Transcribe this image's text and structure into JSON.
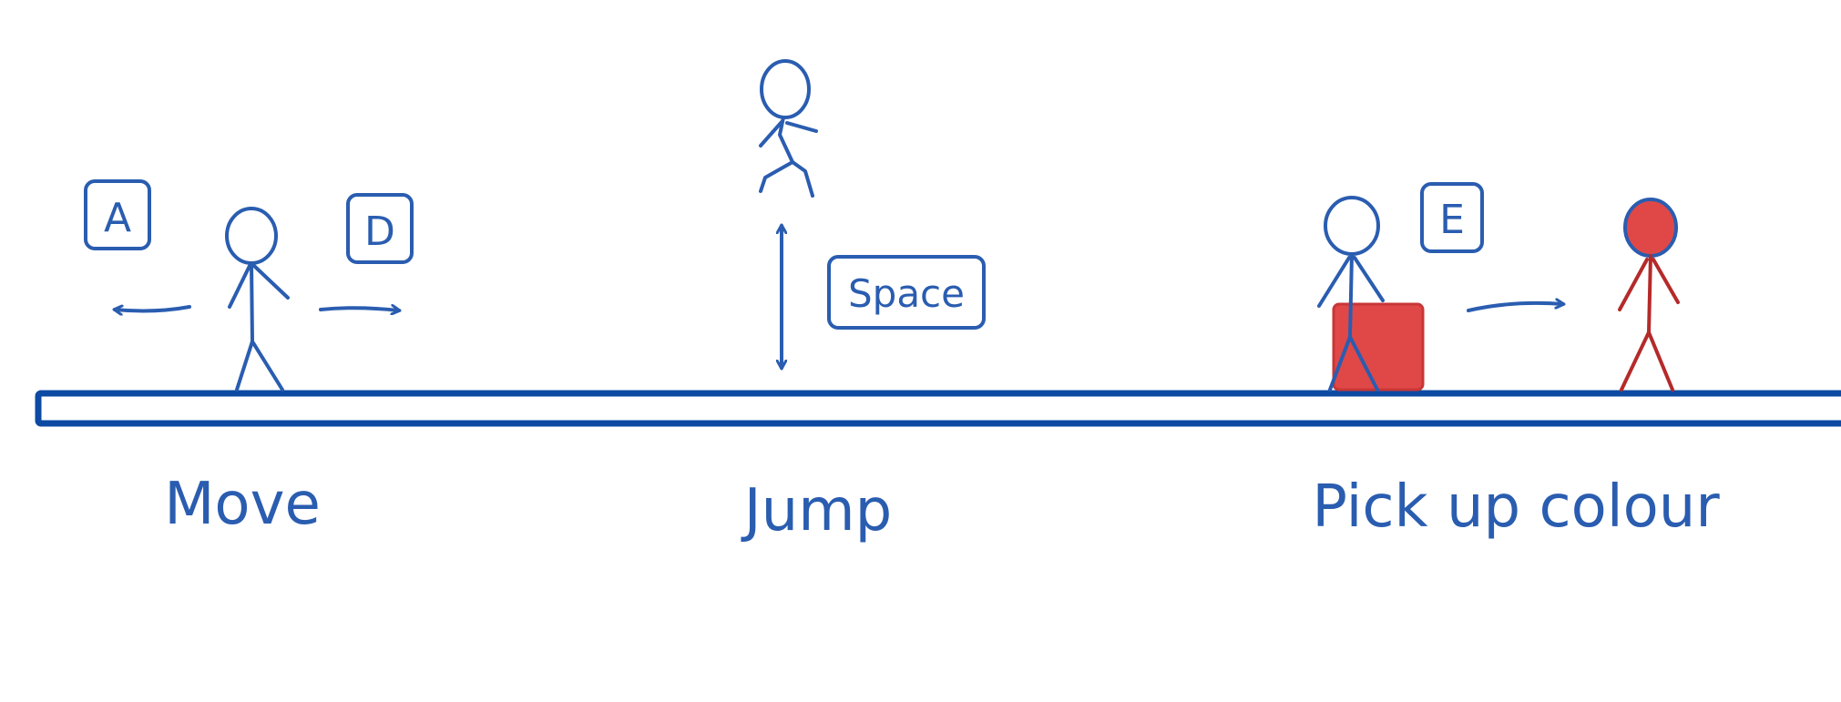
{
  "colors": {
    "ink": "#2a5db0",
    "floor": "#0c4aa3",
    "accent": "#e04848",
    "accent_dark": "#b52a2a"
  },
  "keys": {
    "left": "A",
    "right": "D",
    "jump": "Space",
    "pickup": "E"
  },
  "captions": {
    "move": "Move",
    "jump": "Jump",
    "pickup": "Pick up colour"
  }
}
